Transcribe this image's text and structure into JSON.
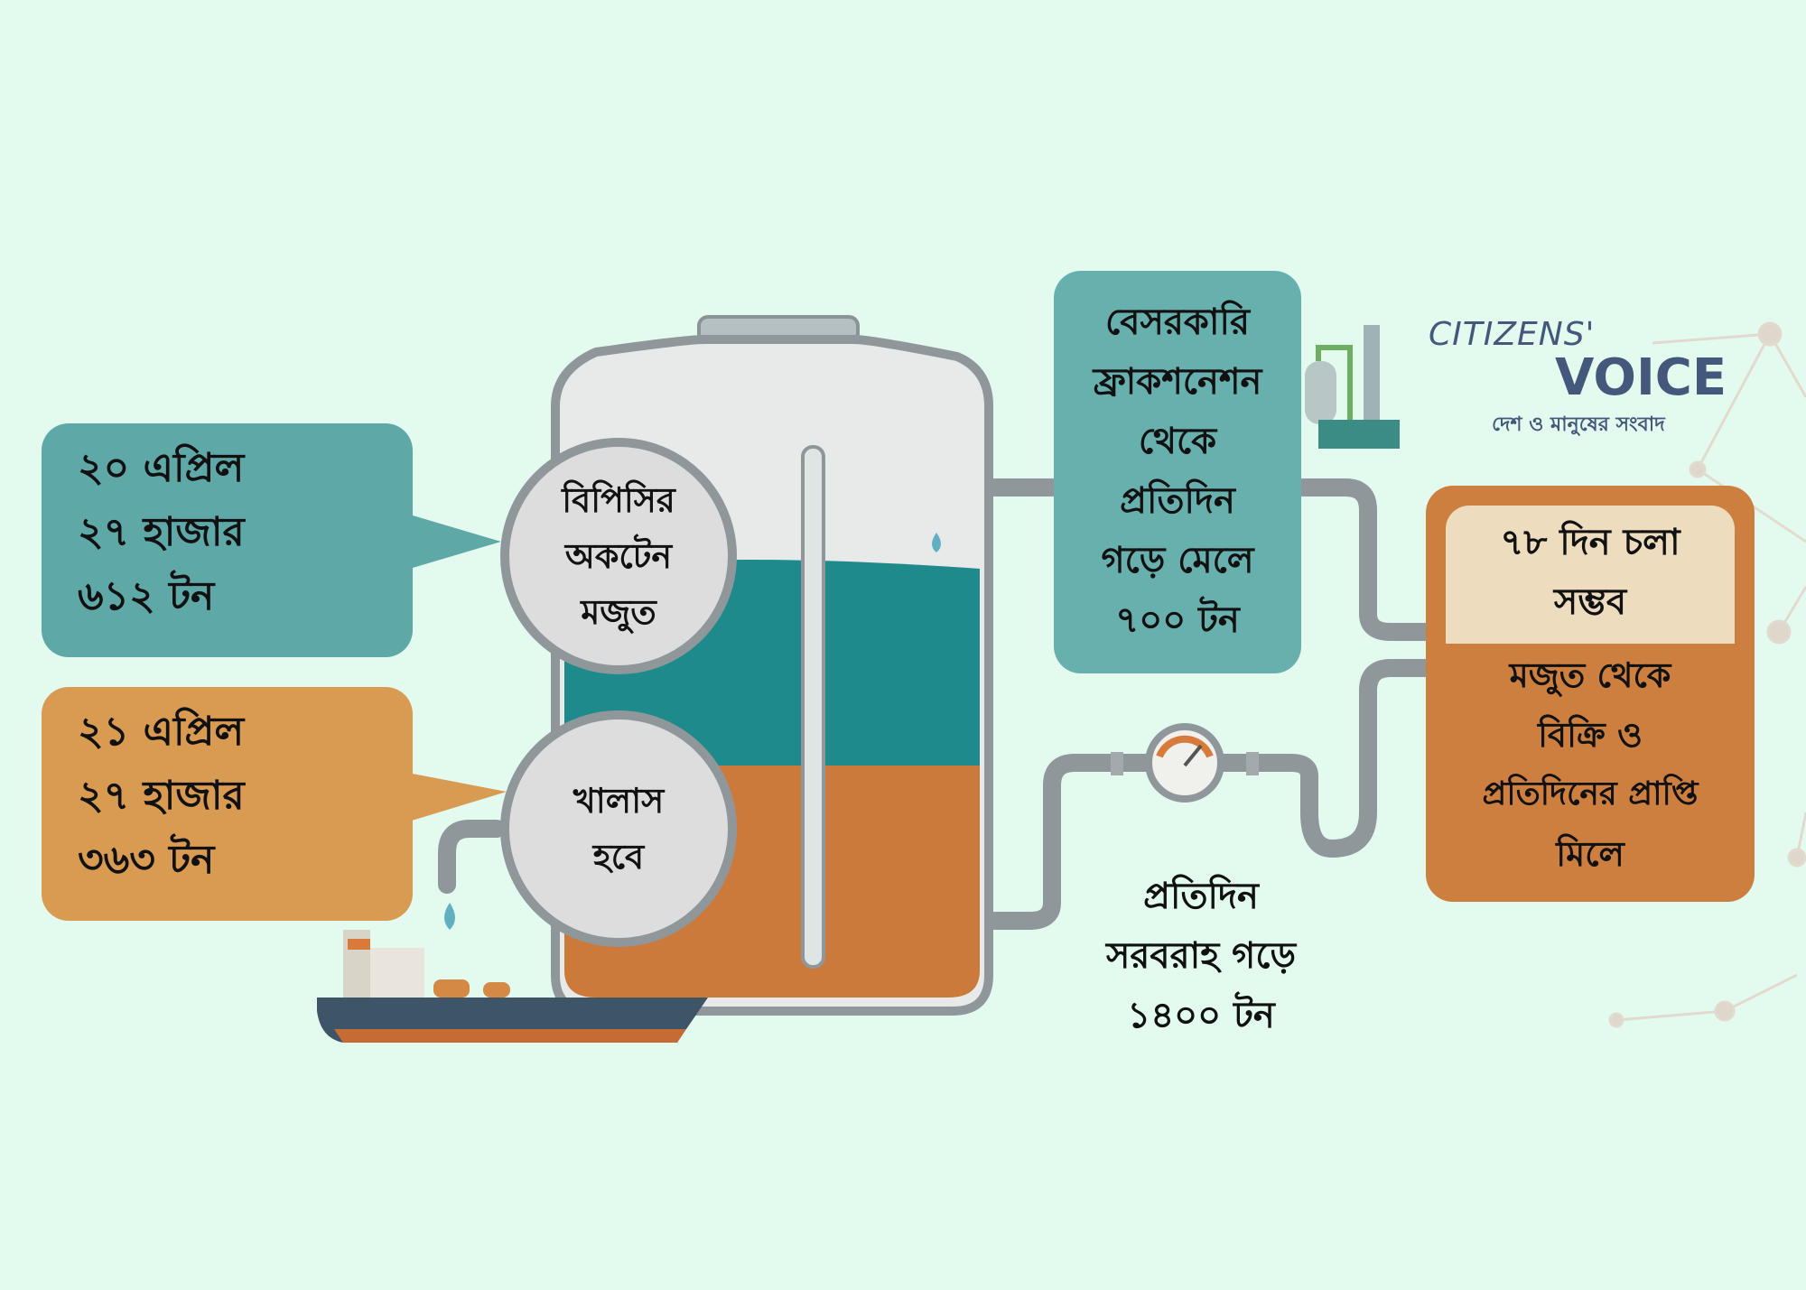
{
  "left_callouts": [
    {
      "lines": [
        "২০ এপ্রিল",
        "২৭ হাজার",
        "৬১২ টন"
      ],
      "color": "#5fa8a8"
    },
    {
      "lines": [
        "২১ এপ্রিল",
        "২৭ হাজার",
        "৩৬৩ টন"
      ],
      "color": "#d99a52"
    }
  ],
  "tank_labels": {
    "top": [
      "বিপিসির",
      "অকটেন",
      "মজুত"
    ],
    "bottom": [
      "খালাস",
      "হবে"
    ]
  },
  "private_supply": {
    "lines": [
      "বেসরকারি",
      "ফ্রাকশনেশন",
      "থেকে",
      "প্রতিদিন",
      "গড়ে মেলে",
      "৭০০ টন"
    ],
    "color": "#68b0ae"
  },
  "daily_supply": {
    "lines": [
      "প্রতিদিন",
      "সরবরাহ গড়ে",
      "১৪০০ টন"
    ]
  },
  "result_box": {
    "top_lines": [
      "৭৮ দিন চলা",
      "সম্ভব"
    ],
    "bottom_lines": [
      "মজুত থেকে",
      "বিক্রি ও",
      "প্রতিদিনের প্রাপ্তি",
      "মিলে"
    ],
    "color": "#cc7f3e",
    "inner_color": "#eddcbd"
  },
  "logo": {
    "line1": "CITIZENS'",
    "line2": "VOICE",
    "tagline": "দেশ ও মানুষের সংবাদ",
    "color": "#43587a"
  }
}
